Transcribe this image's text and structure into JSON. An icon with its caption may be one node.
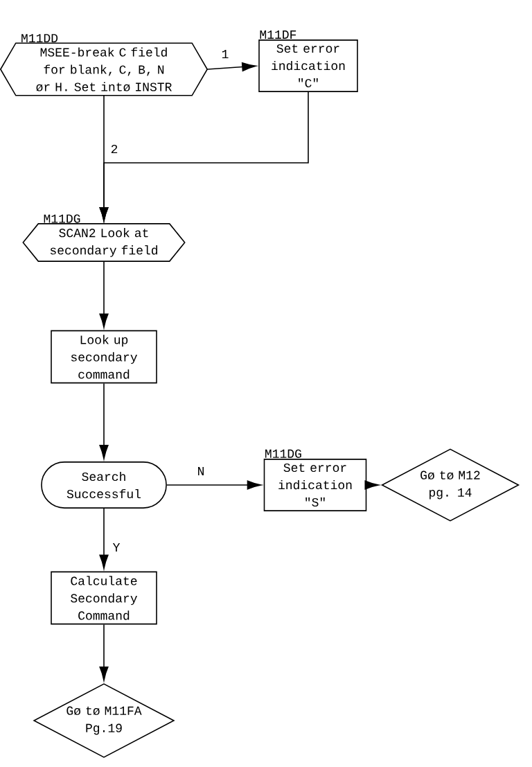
{
  "diagram": {
    "nodes": [
      {
        "text": [
          "MSEE-break C field for blank, C, B, N ør H. Set intø INSTR"
        ],
        "beside": [
          "M11DD"
        ]
      },
      {
        "text": [
          "Set error indication \"C\""
        ],
        "beside": [
          "M11DF"
        ]
      },
      {
        "text": [
          "SCAN2 Look at secondary field"
        ],
        "beside": [
          "M11DG"
        ]
      },
      {
        "text": [
          "Look up secondary command"
        ]
      },
      {
        "text": [
          "Search Successful"
        ]
      },
      {
        "text": [
          "Set error indication \"S\""
        ],
        "beside": [
          "M11DG"
        ]
      },
      {
        "text": [
          "Gø tø M12 pg. 14"
        ]
      },
      {
        "text": [
          "Calculate Secondary Command"
        ]
      },
      {
        "text": [
          "Gø tø M11FA Pg.19"
        ]
      }
    ],
    "edges": [
      {
        "from": 0,
        "to": 1,
        "arrow": "to",
        "label": "1"
      },
      {
        "from": 0,
        "to": 2,
        "arrow": "to",
        "label": "2"
      },
      {
        "from": 1,
        "to": 2,
        "arrow": "to"
      },
      {
        "from": 2,
        "to": 3,
        "arrow": "to"
      },
      {
        "from": 3,
        "to": 4,
        "arrow": "to"
      },
      {
        "from": 4,
        "to": 5,
        "arrow": "to",
        "label": "N"
      },
      {
        "from": 4,
        "to": 7,
        "arrow": "to",
        "label": "Y"
      },
      {
        "from": 5,
        "to": 6,
        "arrow": "to"
      },
      {
        "from": 7,
        "to": 8,
        "arrow": "to"
      }
    ]
  }
}
